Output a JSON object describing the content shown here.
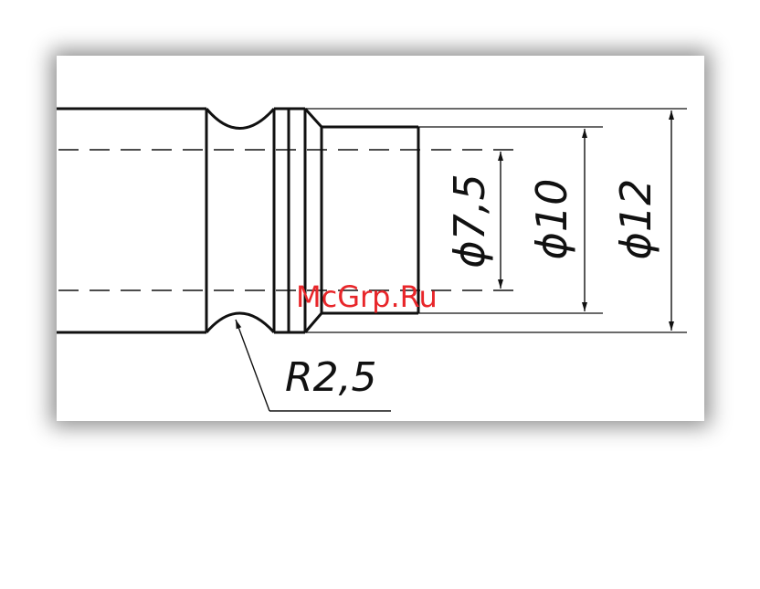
{
  "drawing": {
    "dimensions": [
      {
        "id": "d75",
        "label": "ϕ7,5"
      },
      {
        "id": "d10",
        "label": "ϕ10"
      },
      {
        "id": "d12",
        "label": "ϕ12"
      }
    ],
    "radius_label": "R2,5",
    "watermark": "McGrp.Ru"
  }
}
